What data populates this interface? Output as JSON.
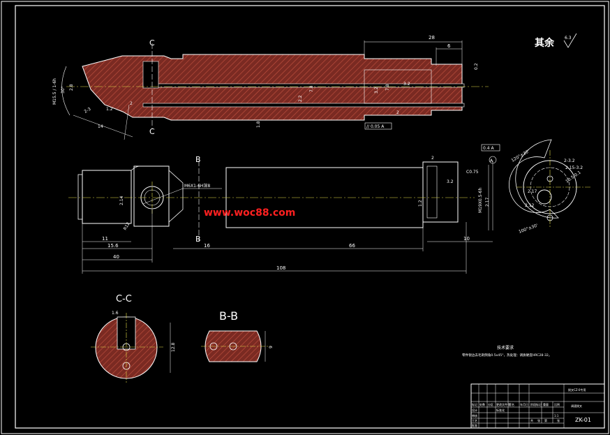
{
  "roughness": {
    "label": "其余",
    "symbol_value": "6.3"
  },
  "section_labels": {
    "c_top": "C",
    "c_bottom": "C",
    "b_top": "B",
    "b_bottom": "B",
    "cc_view": "C-C",
    "bb_view": "B-B",
    "datum_a": "A"
  },
  "top_view": {
    "dims": [
      "28",
      "6",
      "M15.5 / 1-6h",
      "30°",
      "2.8",
      "2-3",
      "2.2",
      "7.8",
      "1.8",
      "3.2",
      "2",
      "1.2",
      "7.8",
      "3.2",
      "14",
      "0.2",
      "2"
    ],
    "gdt": "// 0.05 A"
  },
  "main_view": {
    "thread_callout": "M6X1-6H深8",
    "dims": [
      "11",
      "15.6",
      "40",
      "16",
      "66",
      "108",
      "10",
      "2",
      "C0.75",
      "R12",
      "2.17",
      "2.14",
      "M19X0.5-6h",
      "1.2",
      "3.2"
    ],
    "runout": "0.4 A"
  },
  "side_view": {
    "dims": [
      "120°±30'",
      "2-3.2",
      "2.15-3.2",
      "2.17",
      "10.5-0.1",
      "100°±30'",
      "2.12"
    ]
  },
  "section_cc": {
    "dims": [
      "1.6",
      "12.8"
    ]
  },
  "section_bb": {
    "dims": [
      "9"
    ]
  },
  "tech_requirements": {
    "title": "技术要求",
    "text": "零件锐边去毛刺倒角0.5x45°，热处理：调质硬度HRC28-32。"
  },
  "watermark": "www.woc88.com",
  "title_block": {
    "name_cell": "拨叉CZ-0专用",
    "part_name": "调速拨叉",
    "drawing_no": "ZK-01",
    "small_labels": [
      "标记",
      "处数",
      "分区",
      "更改文件号",
      "签名",
      "年月日",
      "设计",
      "标准化",
      "阶段标记",
      "重量",
      "比例",
      "审核",
      "工艺",
      "批准",
      "共",
      "张",
      "第",
      "张",
      "1:1"
    ]
  }
}
